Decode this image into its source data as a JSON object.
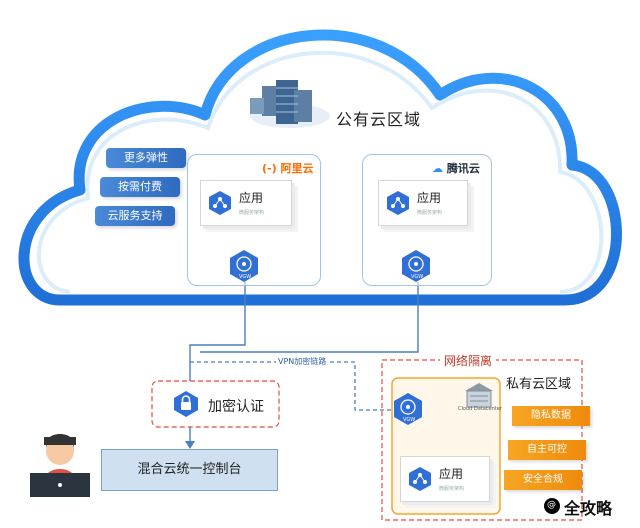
{
  "public_cloud": {
    "title": "公有云区域"
  },
  "features": [
    "更多弹性",
    "按需付费",
    "云服务支持"
  ],
  "vendors": {
    "aliyun": {
      "logo": "阿里云",
      "app_title": "应用",
      "app_sub": "微服务架构",
      "gateway": "VGW"
    },
    "tencent": {
      "logo": "腾讯云",
      "app_title": "应用",
      "app_sub": "微服务架构",
      "gateway": "VGW"
    }
  },
  "vpn": {
    "label": "VPN加密链路"
  },
  "auth": {
    "label": "加密认证"
  },
  "console": {
    "label": "混合云统一控制台"
  },
  "isolation": {
    "label": "网络隔离"
  },
  "private_cloud": {
    "title": "私有云区域",
    "gateway": "VGW",
    "server_label": "Cloud Datacenter",
    "app_title": "应用",
    "app_sub": "微服务架构",
    "features": [
      "隐私数据",
      "自主可控",
      "安全合规"
    ]
  },
  "watermark": {
    "text": "全攻略",
    "sub": "@"
  },
  "colors": {
    "cloud_stroke": "#2e8ef0",
    "accent_orange": "#f39c12",
    "isolation_red": "#e74c3c"
  }
}
